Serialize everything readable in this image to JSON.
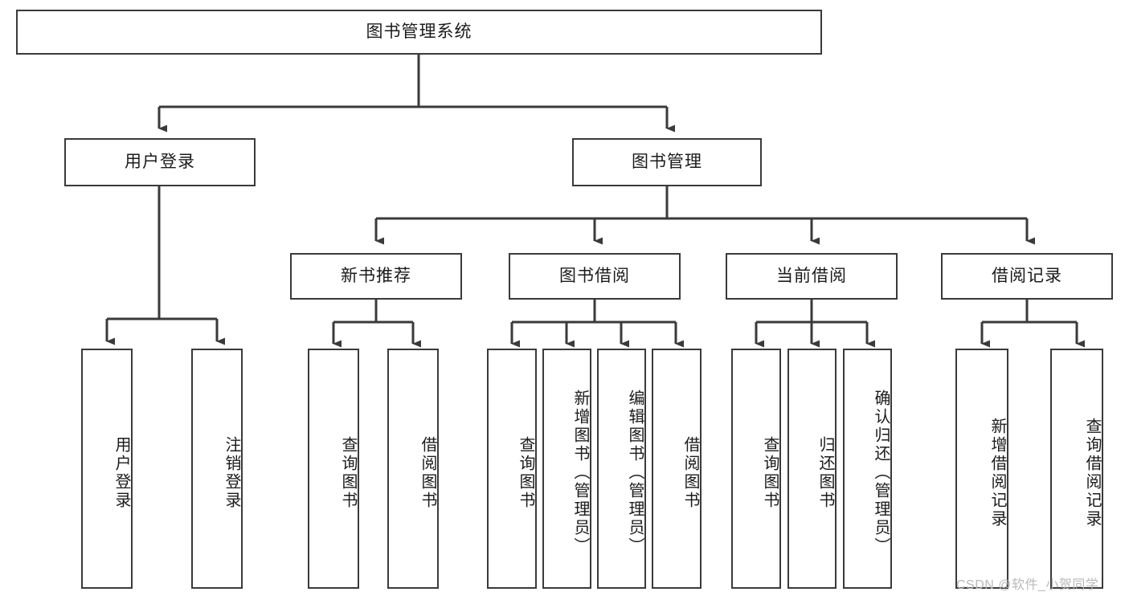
{
  "diagram": {
    "title": "图书管理系统",
    "type": "tree-hierarchy",
    "orientation": "top-down",
    "colors": {
      "box_border": "#3a3a3a",
      "box_fill": "#ffffff",
      "connector": "#3a3a3a",
      "text": "#1b1b1b",
      "watermark": "#b9b9b9",
      "background": "#ffffff"
    }
  },
  "root": {
    "label": "图书管理系统"
  },
  "level2": [
    {
      "id": "user-login",
      "label": "用户登录"
    },
    {
      "id": "book-manage",
      "label": "图书管理"
    }
  ],
  "level3": [
    {
      "id": "new-book-recommend",
      "label": "新书推荐",
      "parent": "book-manage"
    },
    {
      "id": "book-borrow",
      "label": "图书借阅",
      "parent": "book-manage"
    },
    {
      "id": "current-borrow",
      "label": "当前借阅",
      "parent": "book-manage"
    },
    {
      "id": "borrow-record",
      "label": "借阅记录",
      "parent": "book-manage"
    }
  ],
  "leaves": {
    "user_login": [
      {
        "id": "leaf-user-login",
        "label": "用户登录"
      },
      {
        "id": "leaf-logout",
        "label": "注销登录"
      }
    ],
    "new_book_recommend": [
      {
        "id": "leaf-query-book-1",
        "label": "查询图书"
      },
      {
        "id": "leaf-borrow-book-1",
        "label": "借阅图书"
      }
    ],
    "book_borrow": [
      {
        "id": "leaf-query-book-2",
        "label": "查询图书"
      },
      {
        "id": "leaf-add-book",
        "label": "新增图书（管理员）"
      },
      {
        "id": "leaf-edit-book",
        "label": "编辑图书（管理员）"
      },
      {
        "id": "leaf-borrow-book-2",
        "label": "借阅图书"
      }
    ],
    "current_borrow": [
      {
        "id": "leaf-query-book-3",
        "label": "查询图书"
      },
      {
        "id": "leaf-return-book",
        "label": "归还图书"
      },
      {
        "id": "leaf-confirm-return",
        "label": "确认归还（管理员）"
      }
    ],
    "borrow_record": [
      {
        "id": "leaf-add-record",
        "label": "新增借阅记录"
      },
      {
        "id": "leaf-query-record",
        "label": "查询借阅记录"
      }
    ]
  },
  "watermark": {
    "text": "CSDN @软件_小贺同学"
  }
}
